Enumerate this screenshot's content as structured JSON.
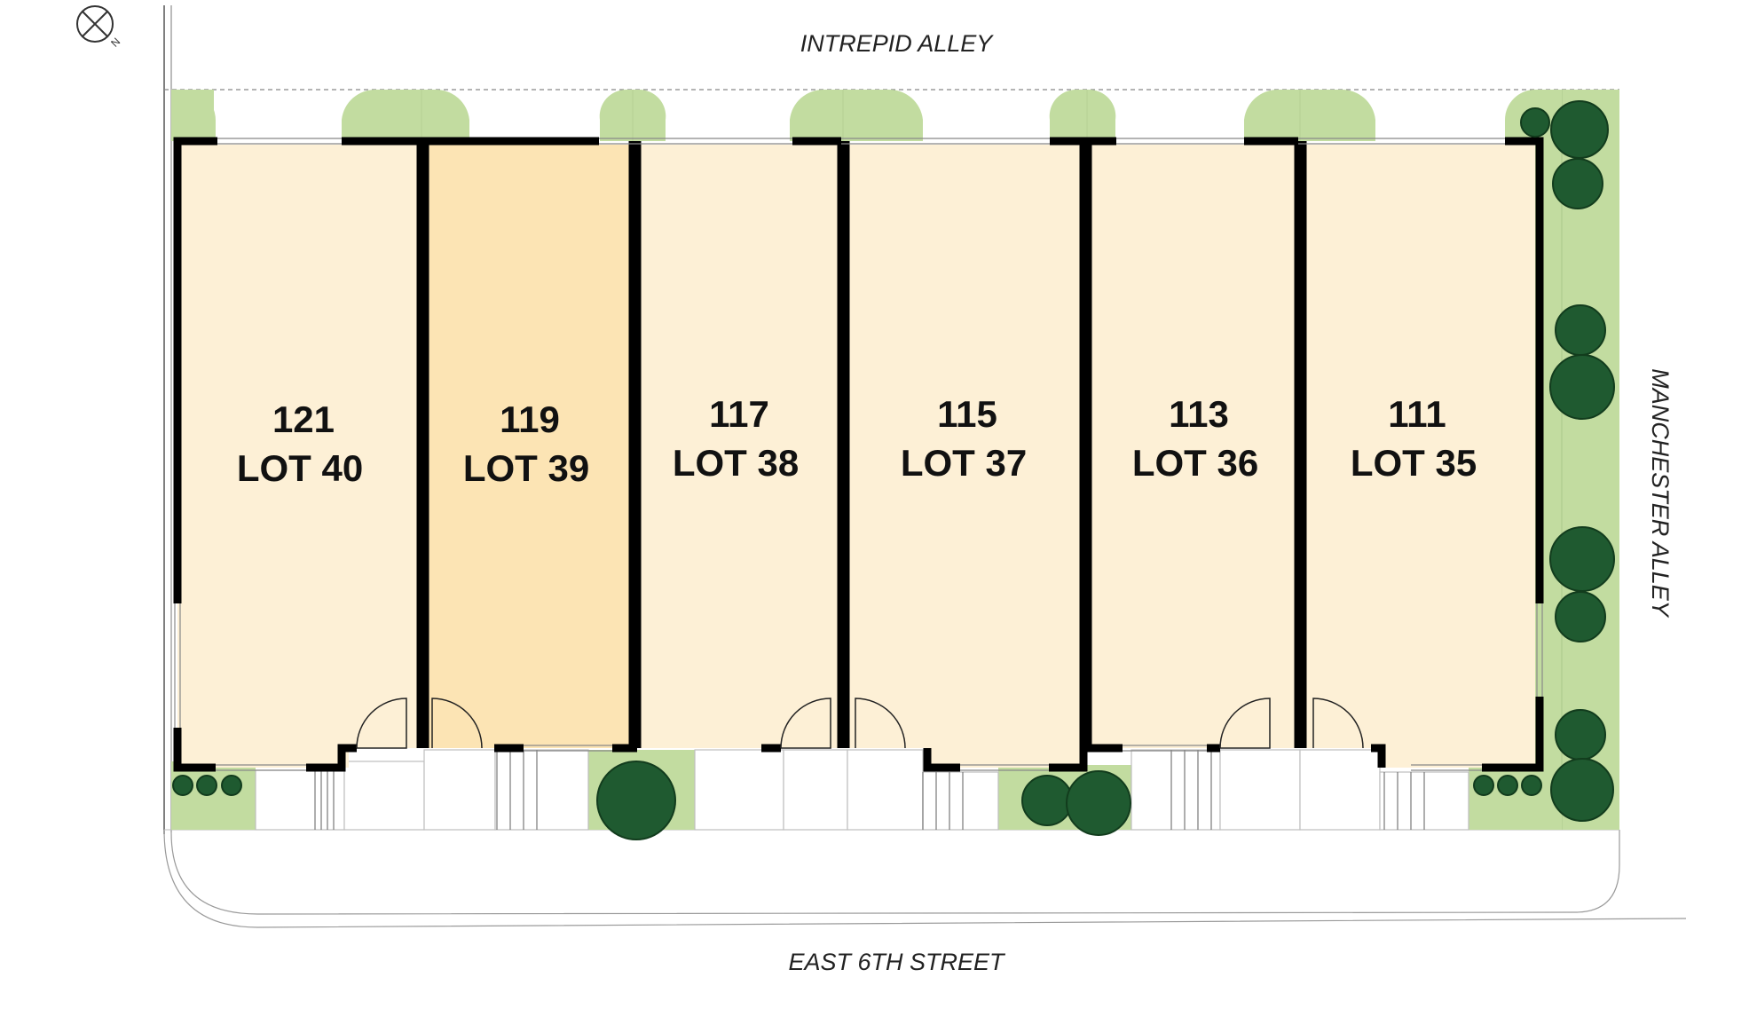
{
  "streets": {
    "top": "INTREPID ALLEY",
    "right": "MANCHESTER ALLEY",
    "bottom": "EAST 6TH STREET"
  },
  "north_arrow": {
    "letter": "N"
  },
  "lots": [
    {
      "address": "121",
      "lot": "LOT 40",
      "fill": "#fdf0d6",
      "selected": false
    },
    {
      "address": "119",
      "lot": "LOT 39",
      "fill": "#fce4b4",
      "selected": true
    },
    {
      "address": "117",
      "lot": "LOT 38",
      "fill": "#fdf0d6",
      "selected": false
    },
    {
      "address": "115",
      "lot": "LOT 37",
      "fill": "#fdf0d6",
      "selected": false
    },
    {
      "address": "113",
      "lot": "LOT 36",
      "fill": "#fdf0d6",
      "selected": false
    },
    {
      "address": "111",
      "lot": "LOT 35",
      "fill": "#fdf0d6",
      "selected": false
    }
  ],
  "colors": {
    "landscape": "#c2dca0",
    "tree": "#1f5a30",
    "wall": "#000000"
  }
}
